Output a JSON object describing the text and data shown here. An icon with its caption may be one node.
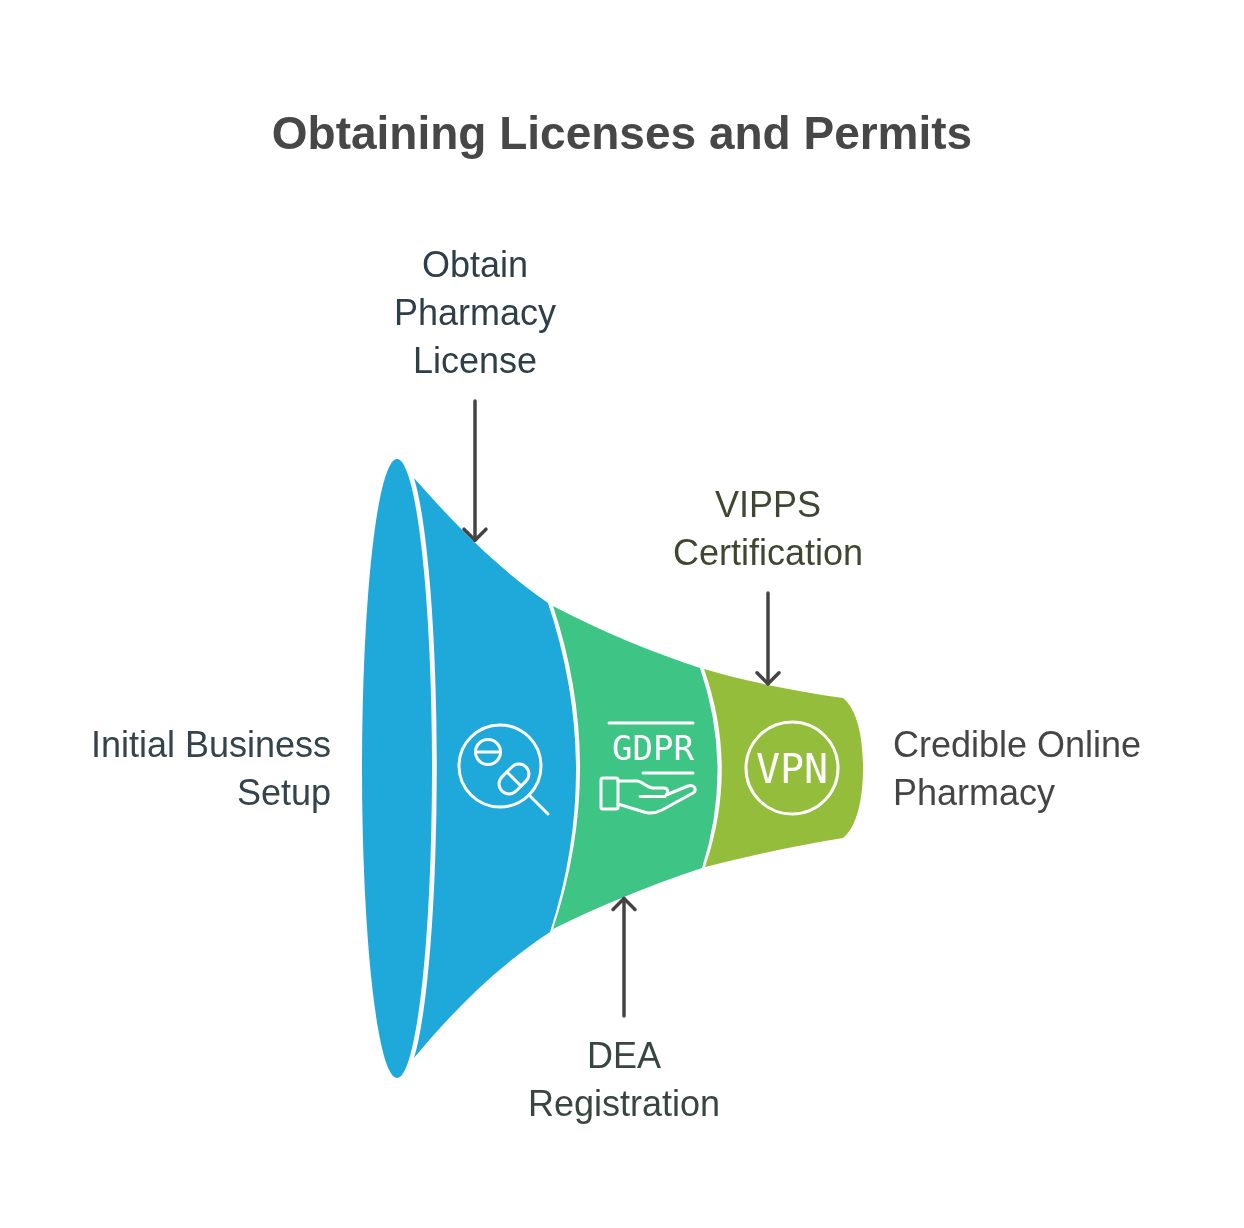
{
  "diagram": {
    "title": "Obtaining Licenses and Permits",
    "nodes": [
      {
        "text": [
          "Obtain Pharmacy License"
        ]
      },
      {
        "text": [
          "VIPPS Certification"
        ]
      },
      {
        "text": [],
        "shape": "ellipse",
        "beside": [
          "Initial Business Setup"
        ]
      },
      {
        "text": [],
        "shape": "band"
      },
      {
        "text": [
          "GDPR"
        ]
      },
      {
        "text": [
          "VPN"
        ],
        "beside": [
          "Credible Online Pharmacy"
        ]
      },
      {
        "text": [
          "DEA Registration"
        ]
      }
    ],
    "edges": [
      {
        "from": 0,
        "to": 3,
        "arrow": "to"
      },
      {
        "from": 1,
        "to": 5,
        "arrow": "to"
      },
      {
        "from": 6,
        "to": 4,
        "arrow": "to"
      }
    ]
  }
}
